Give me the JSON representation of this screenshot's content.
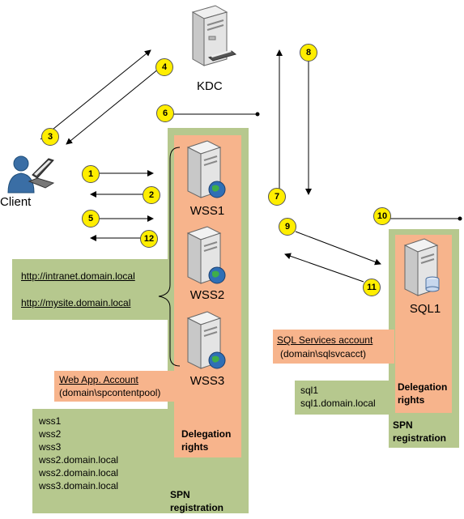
{
  "kdc": {
    "label": "KDC"
  },
  "client": {
    "label": "Client"
  },
  "web_servers": [
    "WSS1",
    "WSS2",
    "WSS3"
  ],
  "sql_server": {
    "label": "SQL1"
  },
  "urls": [
    "http://intranet.domain.local",
    "http://mysite.domain.local"
  ],
  "web_app_account": {
    "title": "Web App. Account",
    "value": "(domain\\spcontentpool)"
  },
  "sql_account": {
    "title": "SQL Services account",
    "value": "(domain\\sqlsvcacct)"
  },
  "wss_spns": [
    "wss1",
    "wss2",
    "wss3",
    "wss2.domain.local",
    "wss2.domain.local",
    "wss3.domain.local"
  ],
  "sql_spns": [
    "sql1",
    "sql1.domain.local"
  ],
  "delegation_label": [
    "Delegation",
    "rights"
  ],
  "spn_label": [
    "SPN",
    "registration"
  ],
  "steps": [
    "1",
    "2",
    "3",
    "4",
    "5",
    "6",
    "7",
    "8",
    "9",
    "10",
    "11",
    "12"
  ]
}
